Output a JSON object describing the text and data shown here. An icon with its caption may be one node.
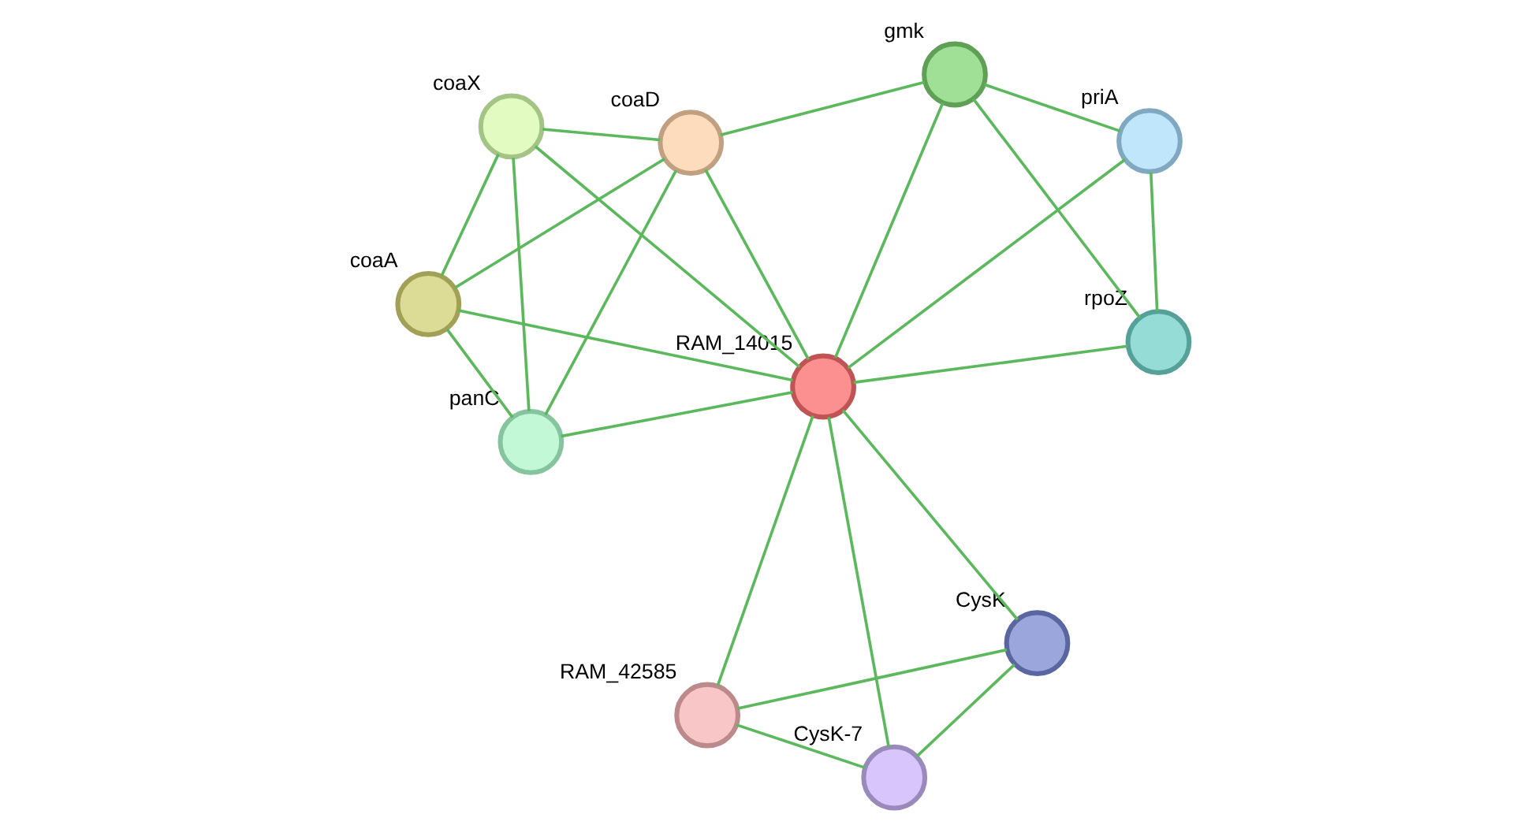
{
  "diagram": {
    "nodes": [
      {
        "text": [
          "panC"
        ]
      },
      {
        "text": [
          "coaX"
        ]
      },
      {
        "text": [
          "coaD"
        ]
      },
      {
        "text": [
          "coaA"
        ]
      },
      {
        "text": [
          "gmk"
        ]
      },
      {
        "text": [
          "priA"
        ]
      },
      {
        "text": [
          "RAM_14015"
        ]
      },
      {
        "text": [
          "rpoZ"
        ]
      },
      {
        "text": [
          "RAM_42585"
        ]
      },
      {
        "text": [
          "CysK-7"
        ]
      },
      {
        "text": [
          "CysK"
        ]
      }
    ],
    "edges": [
      {
        "from": 0,
        "to": 1,
        "arrow": "none"
      },
      {
        "from": 0,
        "to": 2,
        "arrow": "none"
      },
      {
        "from": 0,
        "to": 3,
        "arrow": "none"
      },
      {
        "from": 0,
        "to": 6,
        "arrow": "none"
      },
      {
        "from": 1,
        "to": 2,
        "arrow": "none"
      },
      {
        "from": 1,
        "to": 3,
        "arrow": "none"
      },
      {
        "from": 1,
        "to": 6,
        "arrow": "none"
      },
      {
        "from": 2,
        "to": 3,
        "arrow": "none"
      },
      {
        "from": 2,
        "to": 4,
        "arrow": "none"
      },
      {
        "from": 2,
        "to": 6,
        "arrow": "none"
      },
      {
        "from": 3,
        "to": 6,
        "arrow": "none"
      },
      {
        "from": 4,
        "to": 5,
        "arrow": "none"
      },
      {
        "from": 4,
        "to": 7,
        "arrow": "none"
      },
      {
        "from": 4,
        "to": 6,
        "arrow": "none"
      },
      {
        "from": 5,
        "to": 6,
        "arrow": "none"
      },
      {
        "from": 5,
        "to": 7,
        "arrow": "none"
      },
      {
        "from": 7,
        "to": 6,
        "arrow": "none"
      },
      {
        "from": 6,
        "to": 8,
        "arrow": "none"
      },
      {
        "from": 6,
        "to": 9,
        "arrow": "none"
      },
      {
        "from": 6,
        "to": 10,
        "arrow": "none"
      },
      {
        "from": 8,
        "to": 9,
        "arrow": "none"
      },
      {
        "from": 8,
        "to": 10,
        "arrow": "none"
      },
      {
        "from": 9,
        "to": 10,
        "arrow": "none"
      }
    ]
  }
}
